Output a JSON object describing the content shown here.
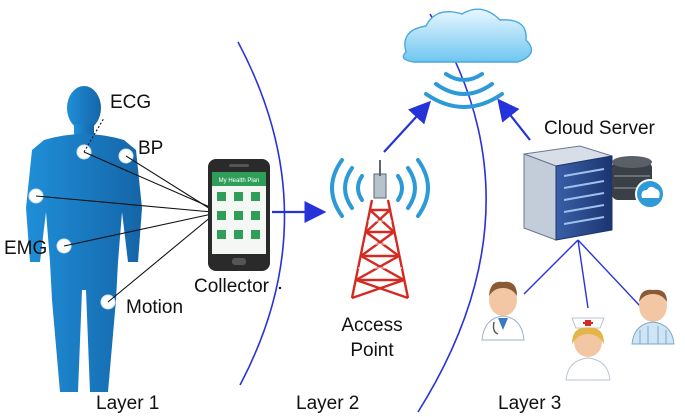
{
  "sensors": {
    "ecg": "ECG",
    "bp": "BP",
    "emg": "EMG",
    "motion": "Motion"
  },
  "collector": {
    "label": "Collector",
    "app_title": "My Health Plan"
  },
  "access_point": {
    "line1": "Access",
    "line2": "Point"
  },
  "cloud_server": {
    "label": "Cloud Server"
  },
  "layers": [
    "Layer 1",
    "Layer 2",
    "Layer 3"
  ],
  "colors": {
    "body": "#1f7fc4",
    "sensor": "#ffffff",
    "divider": "#2633d9",
    "arrow": "#2633d9",
    "tower_red": "#d42a22",
    "signal": "#2b9ad6",
    "phone_screen": "#2f9e58",
    "cloud": "#7fd0f4"
  }
}
